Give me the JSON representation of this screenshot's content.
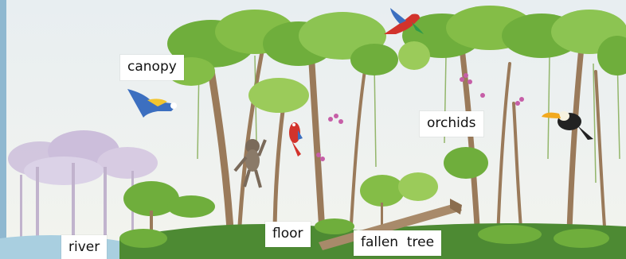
{
  "labels": {
    "canopy": "canopy",
    "orchids": "orchids",
    "floor": "floor",
    "fallen_tree": "fallen  tree",
    "river": "river"
  },
  "colors": {
    "sky": "#dfe9ee",
    "canopy_green": "#6fae3c",
    "light_green": "#9bcb5a",
    "trunk": "#9a7a5a",
    "distant_trees": "#c9b7d6",
    "ground": "#4d8a33",
    "water": "#a9cfe0",
    "orchid": "#c65ea7",
    "parrot_red": "#d2332c",
    "macaw_blue": "#3c6fc0",
    "label_bg": "#ffffff"
  },
  "icons": [
    "blue-macaw-icon",
    "red-parrot-flying-icon",
    "red-parrot-perched-icon",
    "monkey-icon",
    "toucan-icon"
  ]
}
